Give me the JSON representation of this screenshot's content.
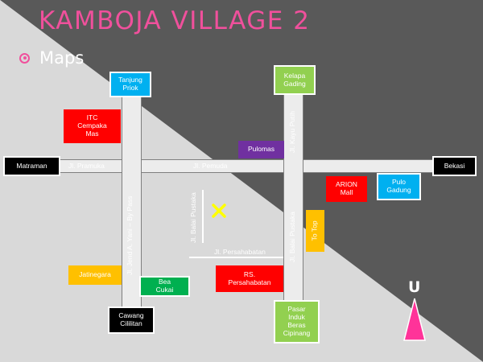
{
  "title": "KAMBOJA VILLAGE  2",
  "bullet": "Maps",
  "colors": {
    "accent": "#f0509c",
    "road": "#ececec",
    "dark_bg": "#595959",
    "light_bg": "#d9d9d9"
  },
  "roads": {
    "pramuka": "Jl. Pramuka",
    "pemuda": "Jl. Pemuda",
    "jend_yani": "Jl. Jend A. Yani – By Pass",
    "kayu_putih": "Jl. Kayu Putih",
    "balai_pustaka_left": "Jl. Balai Pustaka",
    "balai_pustaka_right": "Jl. Balai Pustaka",
    "persahabatan": "Jl. Persahabatan"
  },
  "places": {
    "tanjung_priok": "Tanjung Priok",
    "kelapa_gading": "Kelapa Gading",
    "itc_cempaka_mas": "ITC Cempaka Mas",
    "pulomas": "Pulomas",
    "matraman": "Matraman",
    "bekasi": "Bekasi",
    "arion_mall": "ARION Mall",
    "pulo_gadung": "Pulo Gadung",
    "top_top": "To Top",
    "jatinegara": "Jatinegara",
    "bea_cukai": "Bea Cukai",
    "rs_persahabatan": "RS. Persahabatan",
    "cawang_cililitan": "Cawang Cililitan",
    "pasar_induk": "Pasar Induk Beras Cipinang"
  },
  "compass": {
    "label": "U",
    "icon": "north-arrow-icon",
    "color": "#ff3399"
  },
  "location_marker": {
    "icon": "location-x-icon",
    "color": "#ffff00"
  }
}
